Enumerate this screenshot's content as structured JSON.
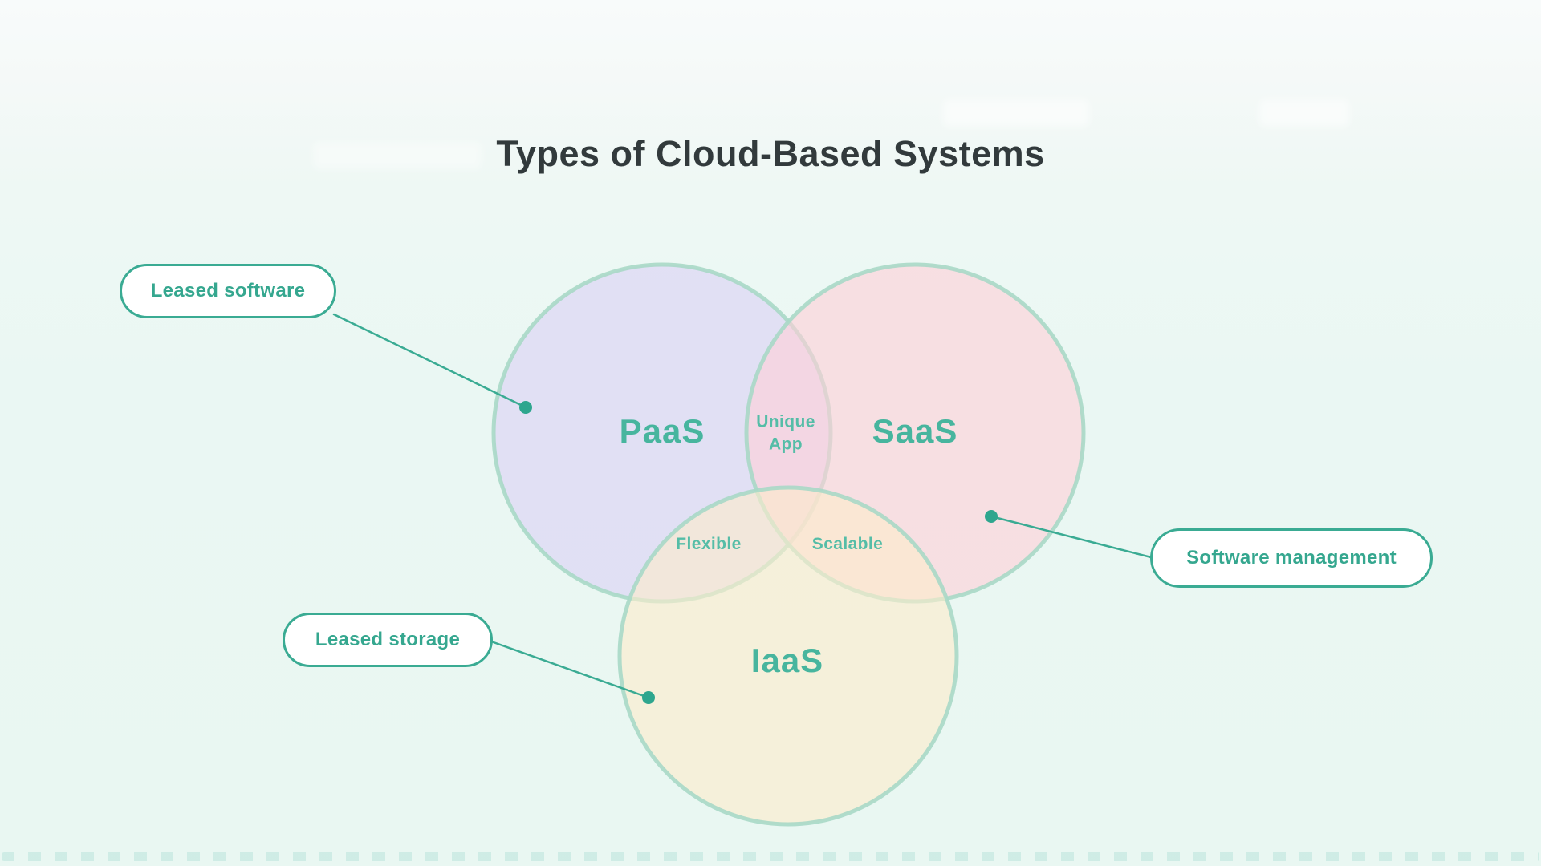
{
  "title": "Types of Cloud-Based Systems",
  "venn": {
    "circles": [
      {
        "id": "paas",
        "label": "PaaS",
        "fill": "#e3e1f6"
      },
      {
        "id": "saas",
        "label": "SaaS",
        "fill": "#fadfe3"
      },
      {
        "id": "iaas",
        "label": "IaaS",
        "fill": "#f6f1dc"
      }
    ],
    "overlaps": [
      {
        "between": "PaaS+SaaS",
        "label": "Unique App"
      },
      {
        "between": "PaaS+IaaS",
        "label": "Flexible"
      },
      {
        "between": "SaaS+IaaS",
        "label": "Scalable"
      }
    ],
    "stroke_color": "#a9d8c6"
  },
  "callouts": [
    {
      "label": "Leased software",
      "points_to": "PaaS"
    },
    {
      "label": "Software management",
      "points_to": "SaaS"
    },
    {
      "label": "Leased storage",
      "points_to": "IaaS"
    }
  ],
  "colors": {
    "accent_teal": "#3aab93",
    "label_teal": "#47b59e",
    "pill_text": "#35a78f",
    "title_text": "#323a3c",
    "background_mint": "#eaf7f3"
  }
}
